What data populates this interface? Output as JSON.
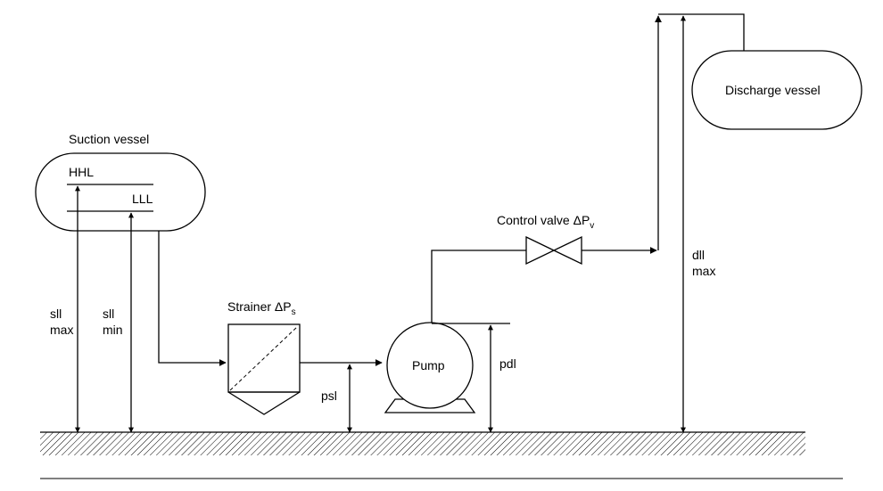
{
  "labels": {
    "suction_vessel": "Suction vessel",
    "hhl": "HHL",
    "lll": "LLL",
    "sll_max_1": "sll",
    "sll_max_2": "max",
    "sll_min_1": "sll",
    "sll_min_2": "min",
    "strainer": "Strainer ΔP",
    "strainer_sub": "s",
    "psl": "psl",
    "pump": "Pump",
    "pdl": "pdl",
    "control_valve": "Control valve ΔP",
    "control_valve_sub": "v",
    "dll_max_1": "dll",
    "dll_max_2": "max",
    "discharge_vessel": "Discharge vessel"
  },
  "colors": {
    "line": "#000000",
    "background": "#ffffff"
  }
}
